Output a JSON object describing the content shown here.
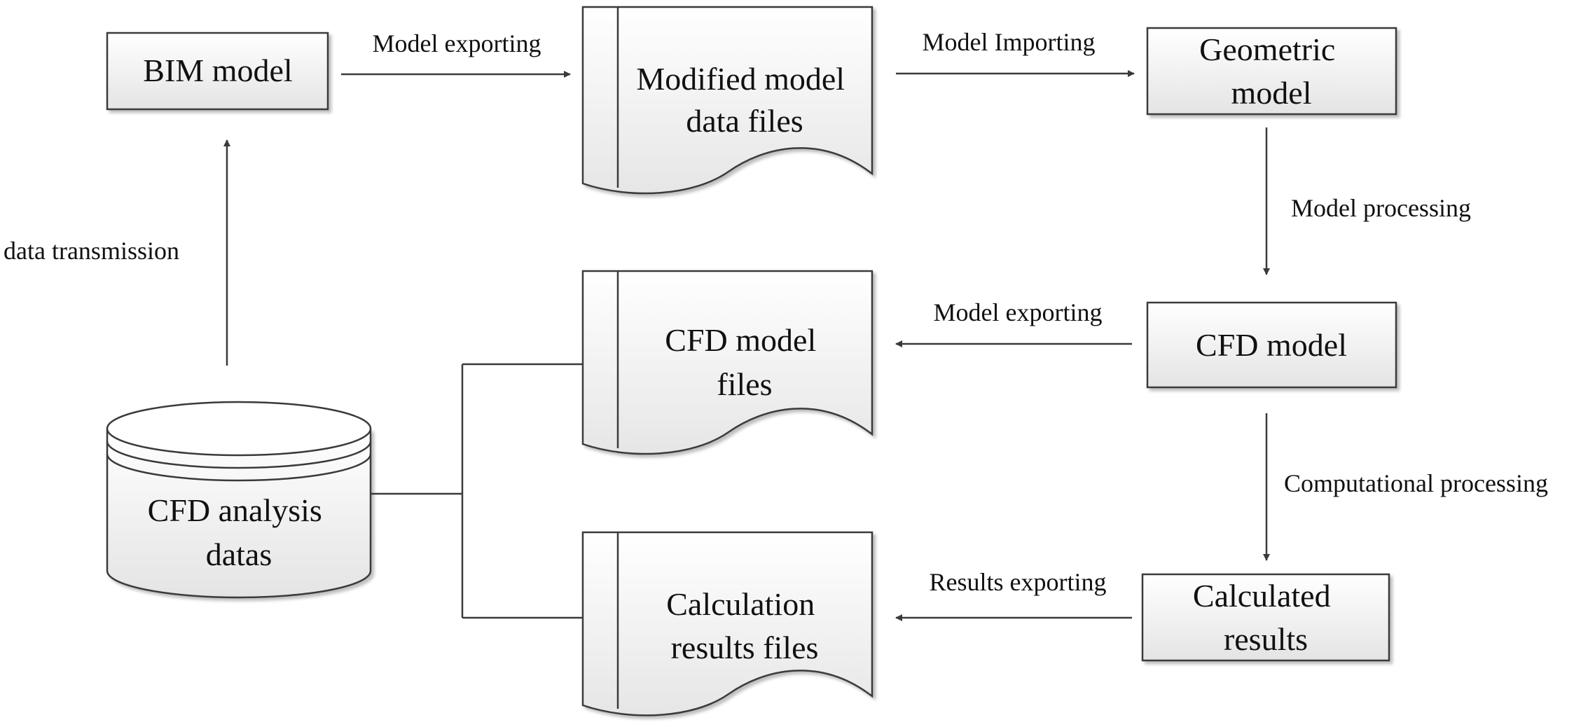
{
  "nodes": {
    "bim_model": "BIM model",
    "modified_files": [
      "Modified model",
      "data files"
    ],
    "geometric_model": [
      "Geometric",
      "model"
    ],
    "cfd_model_files": [
      "CFD model",
      "files"
    ],
    "cfd_model": "CFD model",
    "cfd_analysis": [
      "CFD analysis",
      "datas"
    ],
    "calculation_results_files": [
      "Calculation",
      "results files"
    ],
    "calculated_results": [
      "Calculated",
      "results"
    ]
  },
  "edges": {
    "model_exporting_top": "Model exporting",
    "model_importing": "Model Importing",
    "model_processing": "Model processing",
    "model_exporting_mid": "Model exporting",
    "computational_processing": "Computational processing",
    "results_exporting": "Results exporting",
    "data_transmission": "data transmission"
  },
  "colors": {
    "stroke": "#3a3a3a",
    "fill_top": "#ffffff",
    "fill_bottom": "#e4e4e4"
  }
}
